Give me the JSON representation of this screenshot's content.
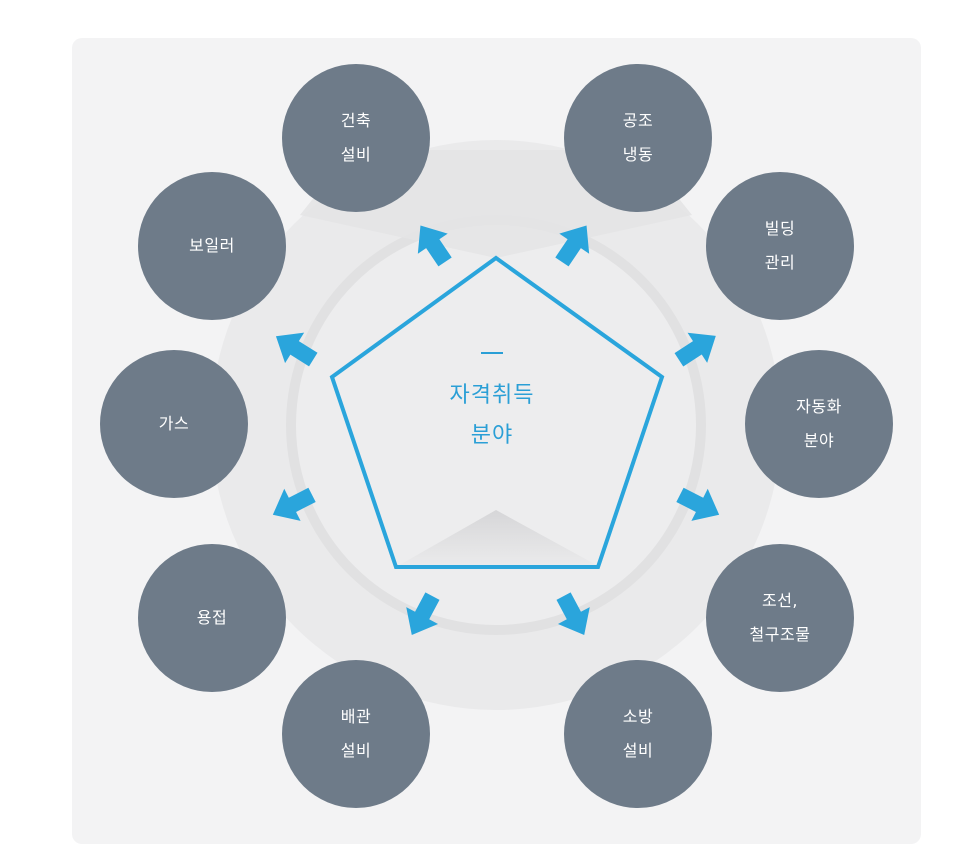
{
  "center": {
    "line1": "자격취득",
    "line2": "분야"
  },
  "fields": [
    {
      "id": "architecture",
      "line1": "건축",
      "line2": "설비"
    },
    {
      "id": "hvac",
      "line1": "공조",
      "line2": "냉동"
    },
    {
      "id": "boiler",
      "line1": "보일러",
      "line2": ""
    },
    {
      "id": "building",
      "line1": "빌딩",
      "line2": "관리"
    },
    {
      "id": "gas",
      "line1": "가스",
      "line2": ""
    },
    {
      "id": "automation",
      "line1": "자동화",
      "line2": "분야"
    },
    {
      "id": "welding",
      "line1": "용접",
      "line2": ""
    },
    {
      "id": "shipbuilding",
      "line1": "조선,",
      "line2": "철구조물"
    },
    {
      "id": "piping",
      "line1": "배관",
      "line2": "설비"
    },
    {
      "id": "fire",
      "line1": "소방",
      "line2": "설비"
    }
  ],
  "colors": {
    "node": "#6e7b89",
    "accent": "#2aa5dc",
    "panel": "#f3f3f4"
  }
}
